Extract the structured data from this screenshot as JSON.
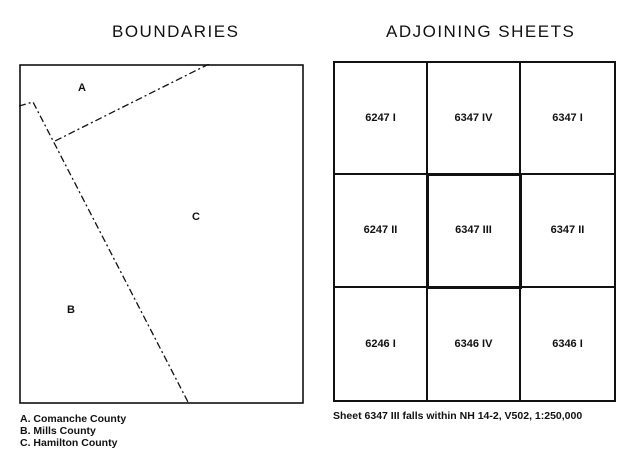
{
  "boundaries": {
    "title": "BOUNDARIES",
    "regions": [
      {
        "key": "A",
        "name": "Comanche County"
      },
      {
        "key": "B",
        "name": "Mills County"
      },
      {
        "key": "C",
        "name": "Hamilton County"
      }
    ],
    "legend": [
      "A. Comanche County",
      "B. Mills County",
      "C. Hamilton County"
    ]
  },
  "adjoining": {
    "title": "ADJOINING SHEETS",
    "sheets": [
      [
        "6247 I",
        "6347 IV",
        "6347 I"
      ],
      [
        "6247 II",
        "6347 III",
        "6347 II"
      ],
      [
        "6246 I",
        "6346 IV",
        "6346 I"
      ]
    ],
    "current_sheet": "6347 III",
    "note": "Sheet 6347 III falls within NH 14-2, V502, 1:250,000"
  }
}
